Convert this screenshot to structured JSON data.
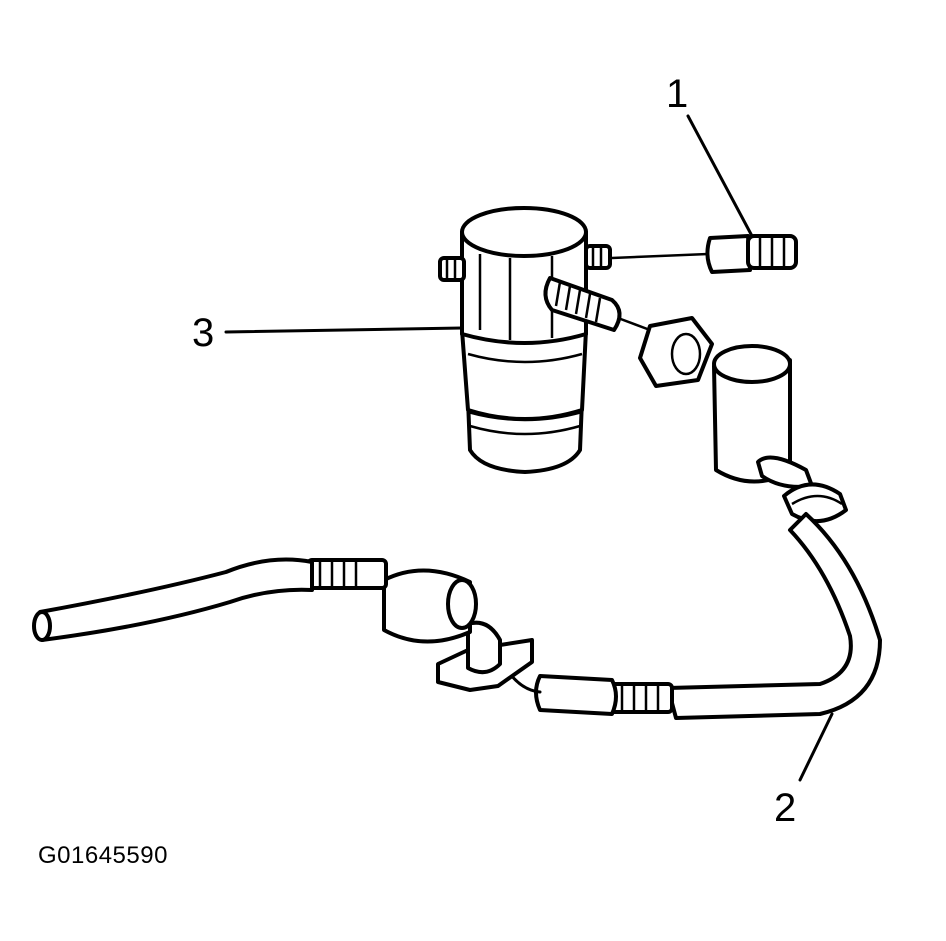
{
  "figure": {
    "id_label": "G01645590"
  },
  "callouts": [
    {
      "number": "1"
    },
    {
      "number": "2"
    },
    {
      "number": "3"
    }
  ],
  "colors": {
    "line": "#000000",
    "background": "#ffffff"
  }
}
